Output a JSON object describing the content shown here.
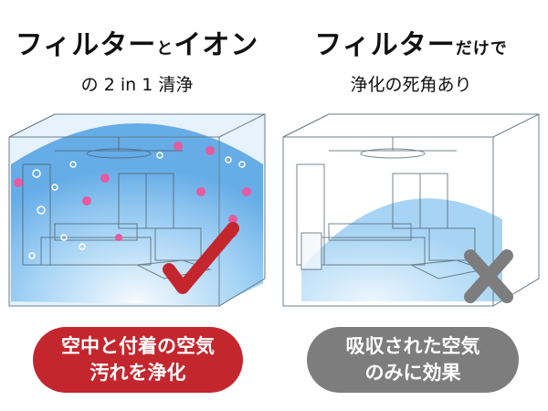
{
  "left_panel": {
    "title_main": "フィルタ",
    "title_dash": "ー",
    "title_small": "と",
    "title_ion": "イオン",
    "subtitle": "の 2 in 1 清浄",
    "result_line1": "空中と付着の空気",
    "result_line2": "汚れを浄化",
    "result_mark": "check-mark",
    "badge_color": "#c4262e",
    "air_color": "#4aa3e8"
  },
  "right_panel": {
    "title_main": "フィルタ",
    "title_dash": "ー",
    "title_small": "だけで",
    "subtitle": "浄化の死角あり",
    "result_line1": "吸収された空気",
    "result_line2": "のみに効果",
    "result_mark": "x-mark",
    "badge_color": "#7d7d7d",
    "air_color": "#7ec0ef"
  }
}
